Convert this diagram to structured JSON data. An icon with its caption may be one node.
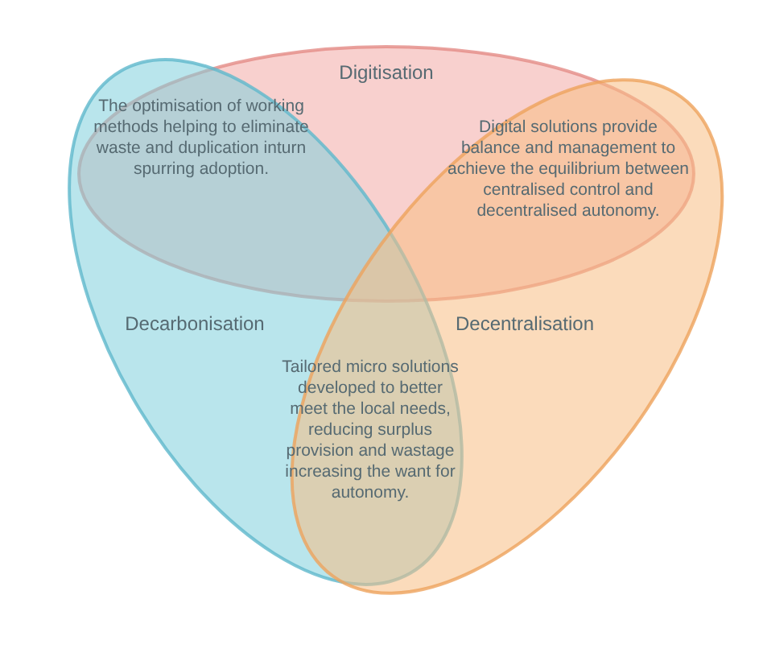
{
  "diagram": {
    "nodes": [
      {
        "text": [
          "Digitisation"
        ]
      },
      {
        "text": [
          "Decarbonisation"
        ]
      },
      {
        "text": [
          "Decentralisation"
        ]
      }
    ],
    "labels": [
      "The optimisation of working methods helping to eliminate waste and duplication inturn spurring adoption.",
      "Digital solutions provide balance and management to achieve the equilibrium between centralised control and decentralised autonomy.",
      "Tailored micro solutions developed to better meet the local needs, reducing surplus provision and wastage increasing the want for autonomy."
    ]
  }
}
